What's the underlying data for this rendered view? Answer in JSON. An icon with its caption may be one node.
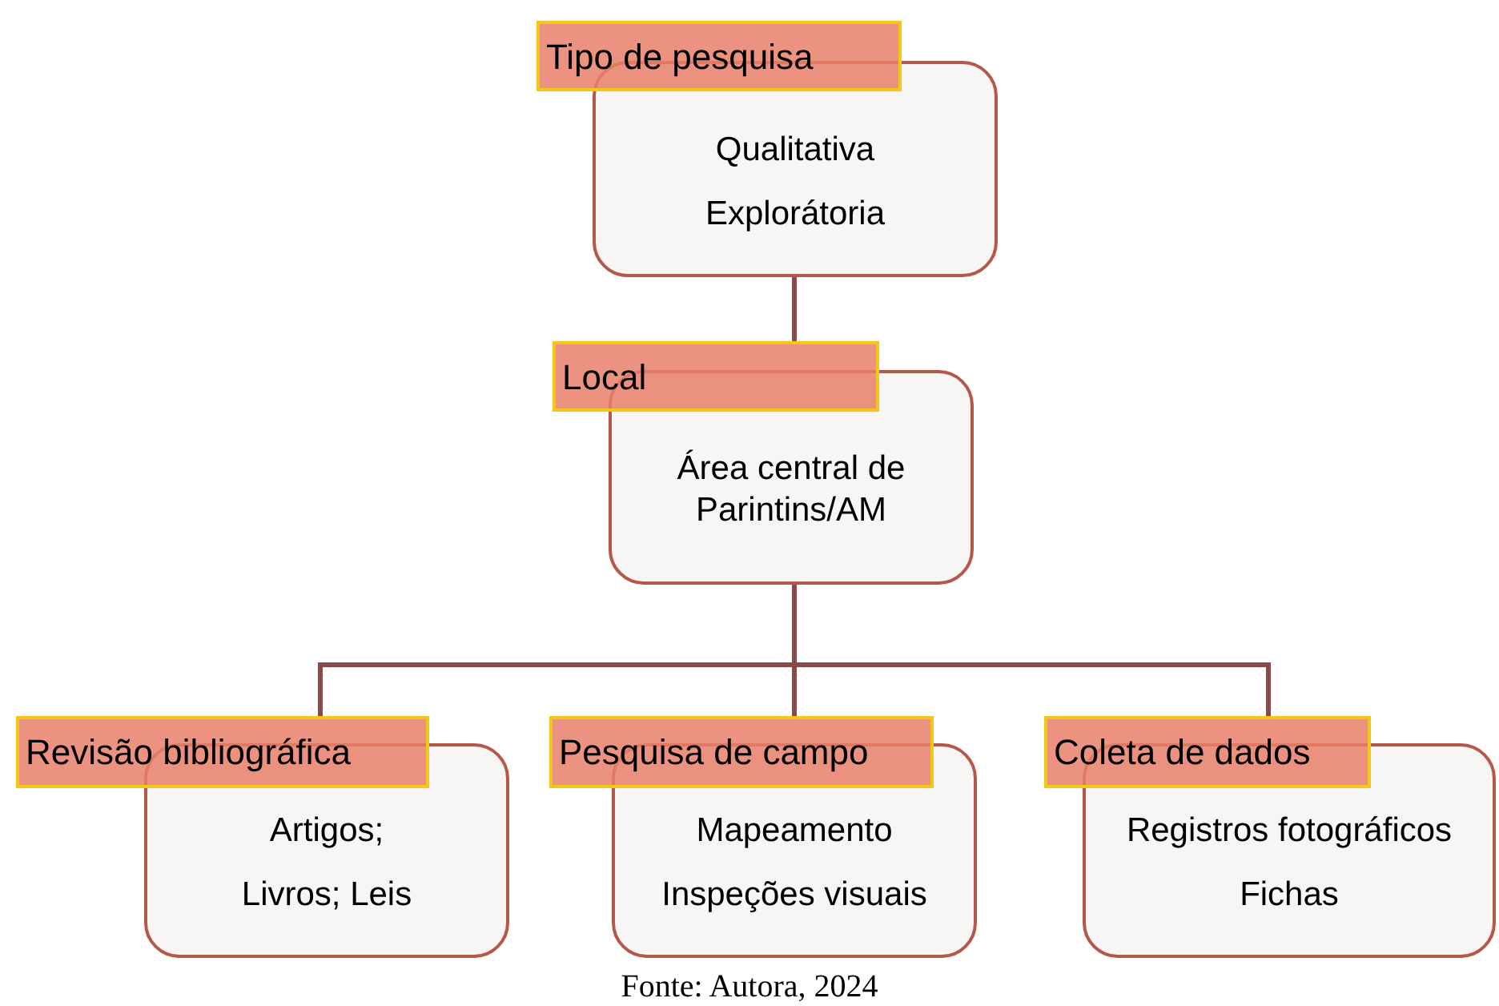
{
  "diagram": {
    "caption": "Fonte: Autora, 2024",
    "nodes": [
      {
        "text": [
          "Tipo de pesquisa",
          "Qualitativa",
          "Explorátoria"
        ]
      },
      {
        "text": [
          "Local",
          "Área central de Parintins/AM"
        ]
      },
      {
        "text": [
          "Revisão bibliográfica",
          "Artigos;",
          "Livros; Leis"
        ]
      },
      {
        "text": [
          "Pesquisa de campo",
          "Mapeamento",
          "Inspeções visuais"
        ]
      },
      {
        "text": [
          "Coleta de dados",
          "Registros fotográficos",
          "Fichas"
        ]
      }
    ],
    "edges": [
      {
        "from": 0,
        "to": 1,
        "arrow": "none"
      },
      {
        "from": 1,
        "to": 2,
        "arrow": "none"
      },
      {
        "from": 1,
        "to": 3,
        "arrow": "none"
      },
      {
        "from": 1,
        "to": 4,
        "arrow": "none"
      }
    ]
  }
}
